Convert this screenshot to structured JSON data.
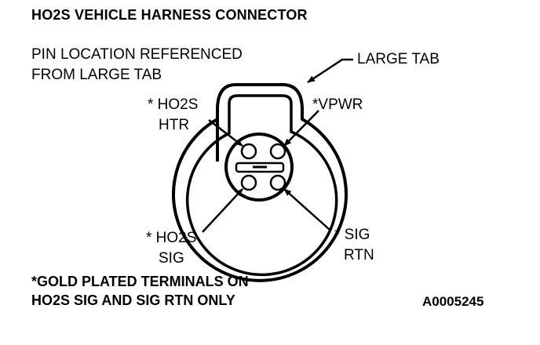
{
  "title": "HO2S VEHICLE HARNESS CONNECTOR",
  "reference_note": {
    "line1": "PIN LOCATION REFERENCED",
    "line2": "FROM LARGE TAB"
  },
  "large_tab_label": "LARGE TAB",
  "pins": {
    "top_left": {
      "line1": "* HO2S",
      "line2": "HTR"
    },
    "top_right": {
      "line1": "*VPWR"
    },
    "bottom_left": {
      "line1": "* HO2S",
      "line2": "SIG"
    },
    "bottom_right": {
      "line1": "* SIG",
      "line2": "RTN"
    }
  },
  "footnote": {
    "line1": "*GOLD PLATED TERMINALS ON",
    "line2": "HO2S SIG AND SIG RTN ONLY"
  },
  "figure_id": "A0005245"
}
